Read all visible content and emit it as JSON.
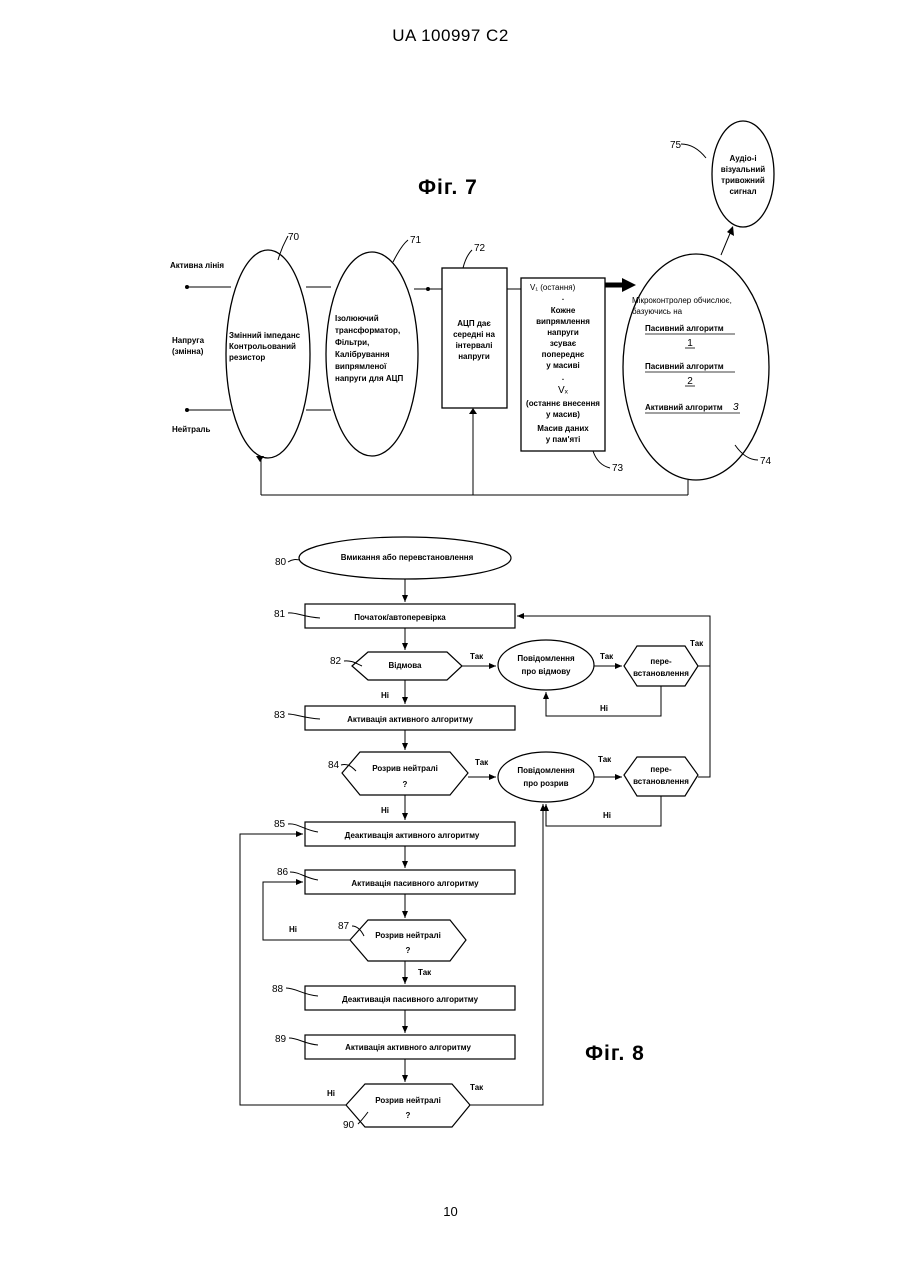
{
  "header": {
    "patent_id": "UA   100997   C2"
  },
  "page_number": "10",
  "fig7": {
    "title": "Фіг. 7",
    "inputs": {
      "active_line": "Активна лінія",
      "voltage_1": "Напруга",
      "voltage_2": "(змінна)",
      "neutral": "Нейтраль"
    },
    "block70": {
      "ref": "70",
      "lines": [
        "Змінний імпеданс",
        "Контрольований",
        "резистор"
      ]
    },
    "block71": {
      "ref": "71",
      "lines": [
        "Ізолюючий",
        "трансформатор,",
        "Фільтри,",
        "Калібрування",
        "випрямленої",
        "напруги для АЦП"
      ]
    },
    "block72": {
      "ref": "72",
      "lines": [
        "АЦП дає",
        "середні на",
        "інтервалі",
        "напруги"
      ]
    },
    "block73": {
      "ref": "73",
      "v1": "V₁ (остання)",
      "dot": ".",
      "lines_a": [
        "Кожне",
        "випрямлення",
        "напруги",
        "зсуває",
        "попереднє",
        "у масиві"
      ],
      "dot2": ".",
      "vx": "Vₓ",
      "lines_b": [
        "(останнє внесення",
        "у масив)",
        "Масив даних",
        "у пам'яті"
      ]
    },
    "block74": {
      "ref": "74",
      "intro_1": "Мікроконтролер обчислює,",
      "intro_2": "базуючись на",
      "alg1": "Пасивний алгоритм",
      "n1": "1",
      "alg2": "Пасивний алгоритм",
      "n2": "2",
      "alg3": "Активний алгоритм",
      "n3": "3"
    },
    "block75": {
      "ref": "75",
      "lines": [
        "Аудіо-і",
        "візуальний",
        "тривожний",
        "сигнал"
      ]
    }
  },
  "fig8": {
    "title": "Фіг. 8",
    "nodes": {
      "n80": {
        "ref": "80",
        "text": "Вмикання або перевстановлення"
      },
      "n81": {
        "ref": "81",
        "text": "Початок/автоперевірка"
      },
      "n82": {
        "ref": "82",
        "text": "Відмова"
      },
      "n83": {
        "ref": "83",
        "text": "Активація активного алгоритму"
      },
      "n84": {
        "ref": "84",
        "text_1": "Розрив нейтралі",
        "text_2": "?"
      },
      "n85": {
        "ref": "85",
        "text": "Деактивація активного алгоритму"
      },
      "n86": {
        "ref": "86",
        "text": "Активація пасивного алгоритму"
      },
      "n87": {
        "ref": "87",
        "text_1": "Розрив нейтралі",
        "text_2": "?"
      },
      "n88": {
        "ref": "88",
        "text": "Деактивація пасивного алгоритму"
      },
      "n89": {
        "ref": "89",
        "text": "Активація активного алгоритму"
      },
      "n90": {
        "ref": "90",
        "text_1": "Розрив нейтралі",
        "text_2": "?"
      },
      "msg_fail": {
        "text_1": "Повідомлення",
        "text_2": "про відмову"
      },
      "msg_break": {
        "text_1": "Повідомлення",
        "text_2": "про розрив"
      },
      "reset1": {
        "text_1": "пере-",
        "text_2": "встановлення"
      },
      "reset2": {
        "text_1": "пере-",
        "text_2": "встановлення"
      }
    },
    "edges": {
      "yes": "Так",
      "no": "Ні"
    }
  }
}
